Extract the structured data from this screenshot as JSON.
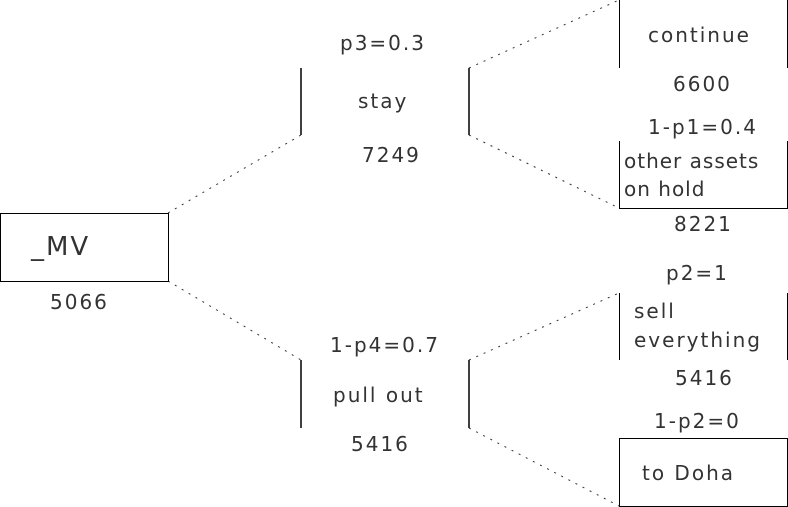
{
  "root": {
    "label": "_MV",
    "value": "5066"
  },
  "stay": {
    "prob": "p3=0.3",
    "label": "stay",
    "value": "7249"
  },
  "pull_out": {
    "prob": "1-p4=0.7",
    "label": "pull out",
    "value": "5416"
  },
  "continue": {
    "label": "continue",
    "value": "6600"
  },
  "other_assets": {
    "prob": "1-p1=0.4",
    "label_line1": "other assets",
    "label_line2": "on hold",
    "value": "8221"
  },
  "sell": {
    "prob": "p2=1",
    "label_line1": "sell",
    "label_line2": "everything",
    "value": "5416"
  },
  "doha": {
    "prob": "1-p2=0",
    "label": "to Doha"
  }
}
